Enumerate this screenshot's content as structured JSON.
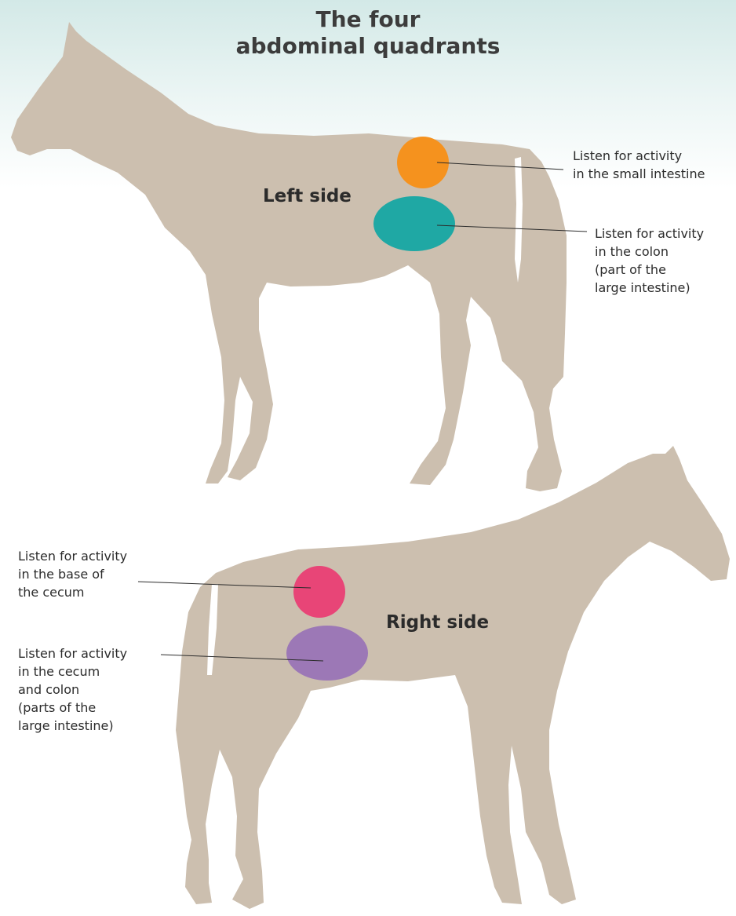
{
  "title": {
    "line1": "The four",
    "line2": "abdominal quadrants"
  },
  "colors": {
    "background_top": "#d3e9e7",
    "horse": "#ccbfaf",
    "small_intestine_spot": "#f5921e",
    "colon_spot": "#1fa8a4",
    "cecum_base_spot": "#e84577",
    "cecum_colon_spot": "#9c78b6",
    "leader_line": "#2b2b2b",
    "text": "#2b2b2b"
  },
  "left_horse": {
    "label": "Left side",
    "callouts": [
      {
        "lines": [
          "Listen for activity",
          "in the small intestine"
        ]
      },
      {
        "lines": [
          "Listen for activity",
          "in the colon",
          "(part of the",
          "large intestine)"
        ]
      }
    ]
  },
  "right_horse": {
    "label": "Right side",
    "callouts": [
      {
        "lines": [
          "Listen for activity",
          "in the base of",
          "the cecum"
        ]
      },
      {
        "lines": [
          "Listen for activity",
          "in the cecum",
          "and colon",
          "(parts of the",
          "large intestine)"
        ]
      }
    ]
  }
}
